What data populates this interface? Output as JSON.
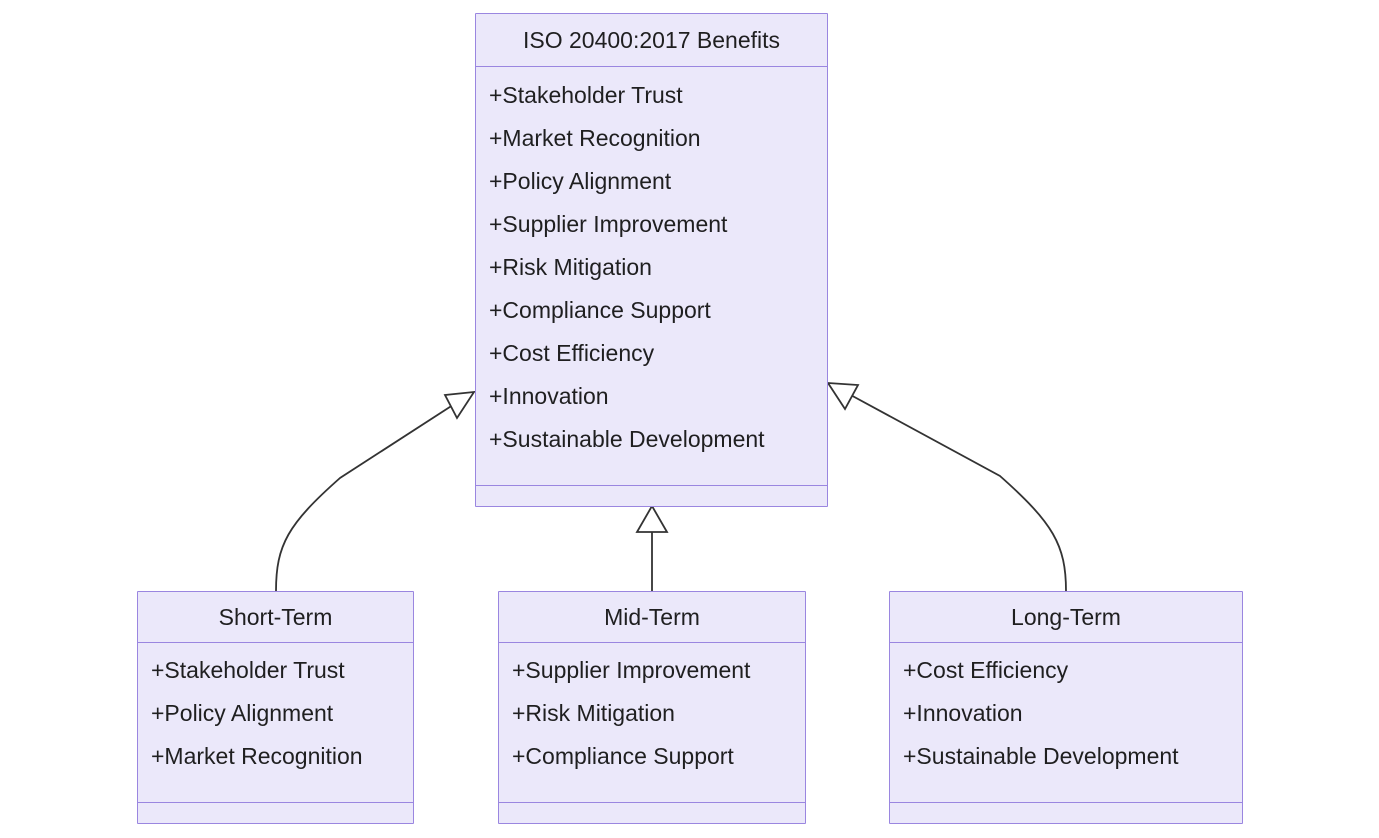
{
  "diagram": {
    "kind": "uml-class-diagram",
    "background_color": "#ffffff",
    "node_fill_color": "#ebe8fa",
    "node_border_color": "#9a86e0",
    "text_color": "#1f1f20",
    "edge_color": "#333333",
    "relationship": "generalization"
  },
  "parent": {
    "name": "ISO 20400:2017 Benefits",
    "attributes": [
      "+Stakeholder Trust",
      "+Market Recognition",
      "+Policy Alignment",
      "+Supplier Improvement",
      "+Risk Mitigation",
      "+Compliance Support",
      "+Cost Efficiency",
      "+Innovation",
      "+Sustainable Development"
    ],
    "methods": []
  },
  "subclasses": [
    {
      "name": "Short-Term",
      "attributes": [
        "+Stakeholder Trust",
        "+Policy Alignment",
        "+Market Recognition"
      ],
      "methods": []
    },
    {
      "name": "Mid-Term",
      "attributes": [
        "+Supplier Improvement",
        "+Risk Mitigation",
        "+Compliance Support"
      ],
      "methods": []
    },
    {
      "name": "Long-Term",
      "attributes": [
        "+Cost Efficiency",
        "+Innovation",
        "+Sustainable Development"
      ],
      "methods": []
    }
  ],
  "edges": [
    {
      "from": "Short-Term",
      "to": "ISO 20400:2017 Benefits",
      "type": "generalization"
    },
    {
      "from": "Mid-Term",
      "to": "ISO 20400:2017 Benefits",
      "type": "generalization"
    },
    {
      "from": "Long-Term",
      "to": "ISO 20400:2017 Benefits",
      "type": "generalization"
    }
  ]
}
